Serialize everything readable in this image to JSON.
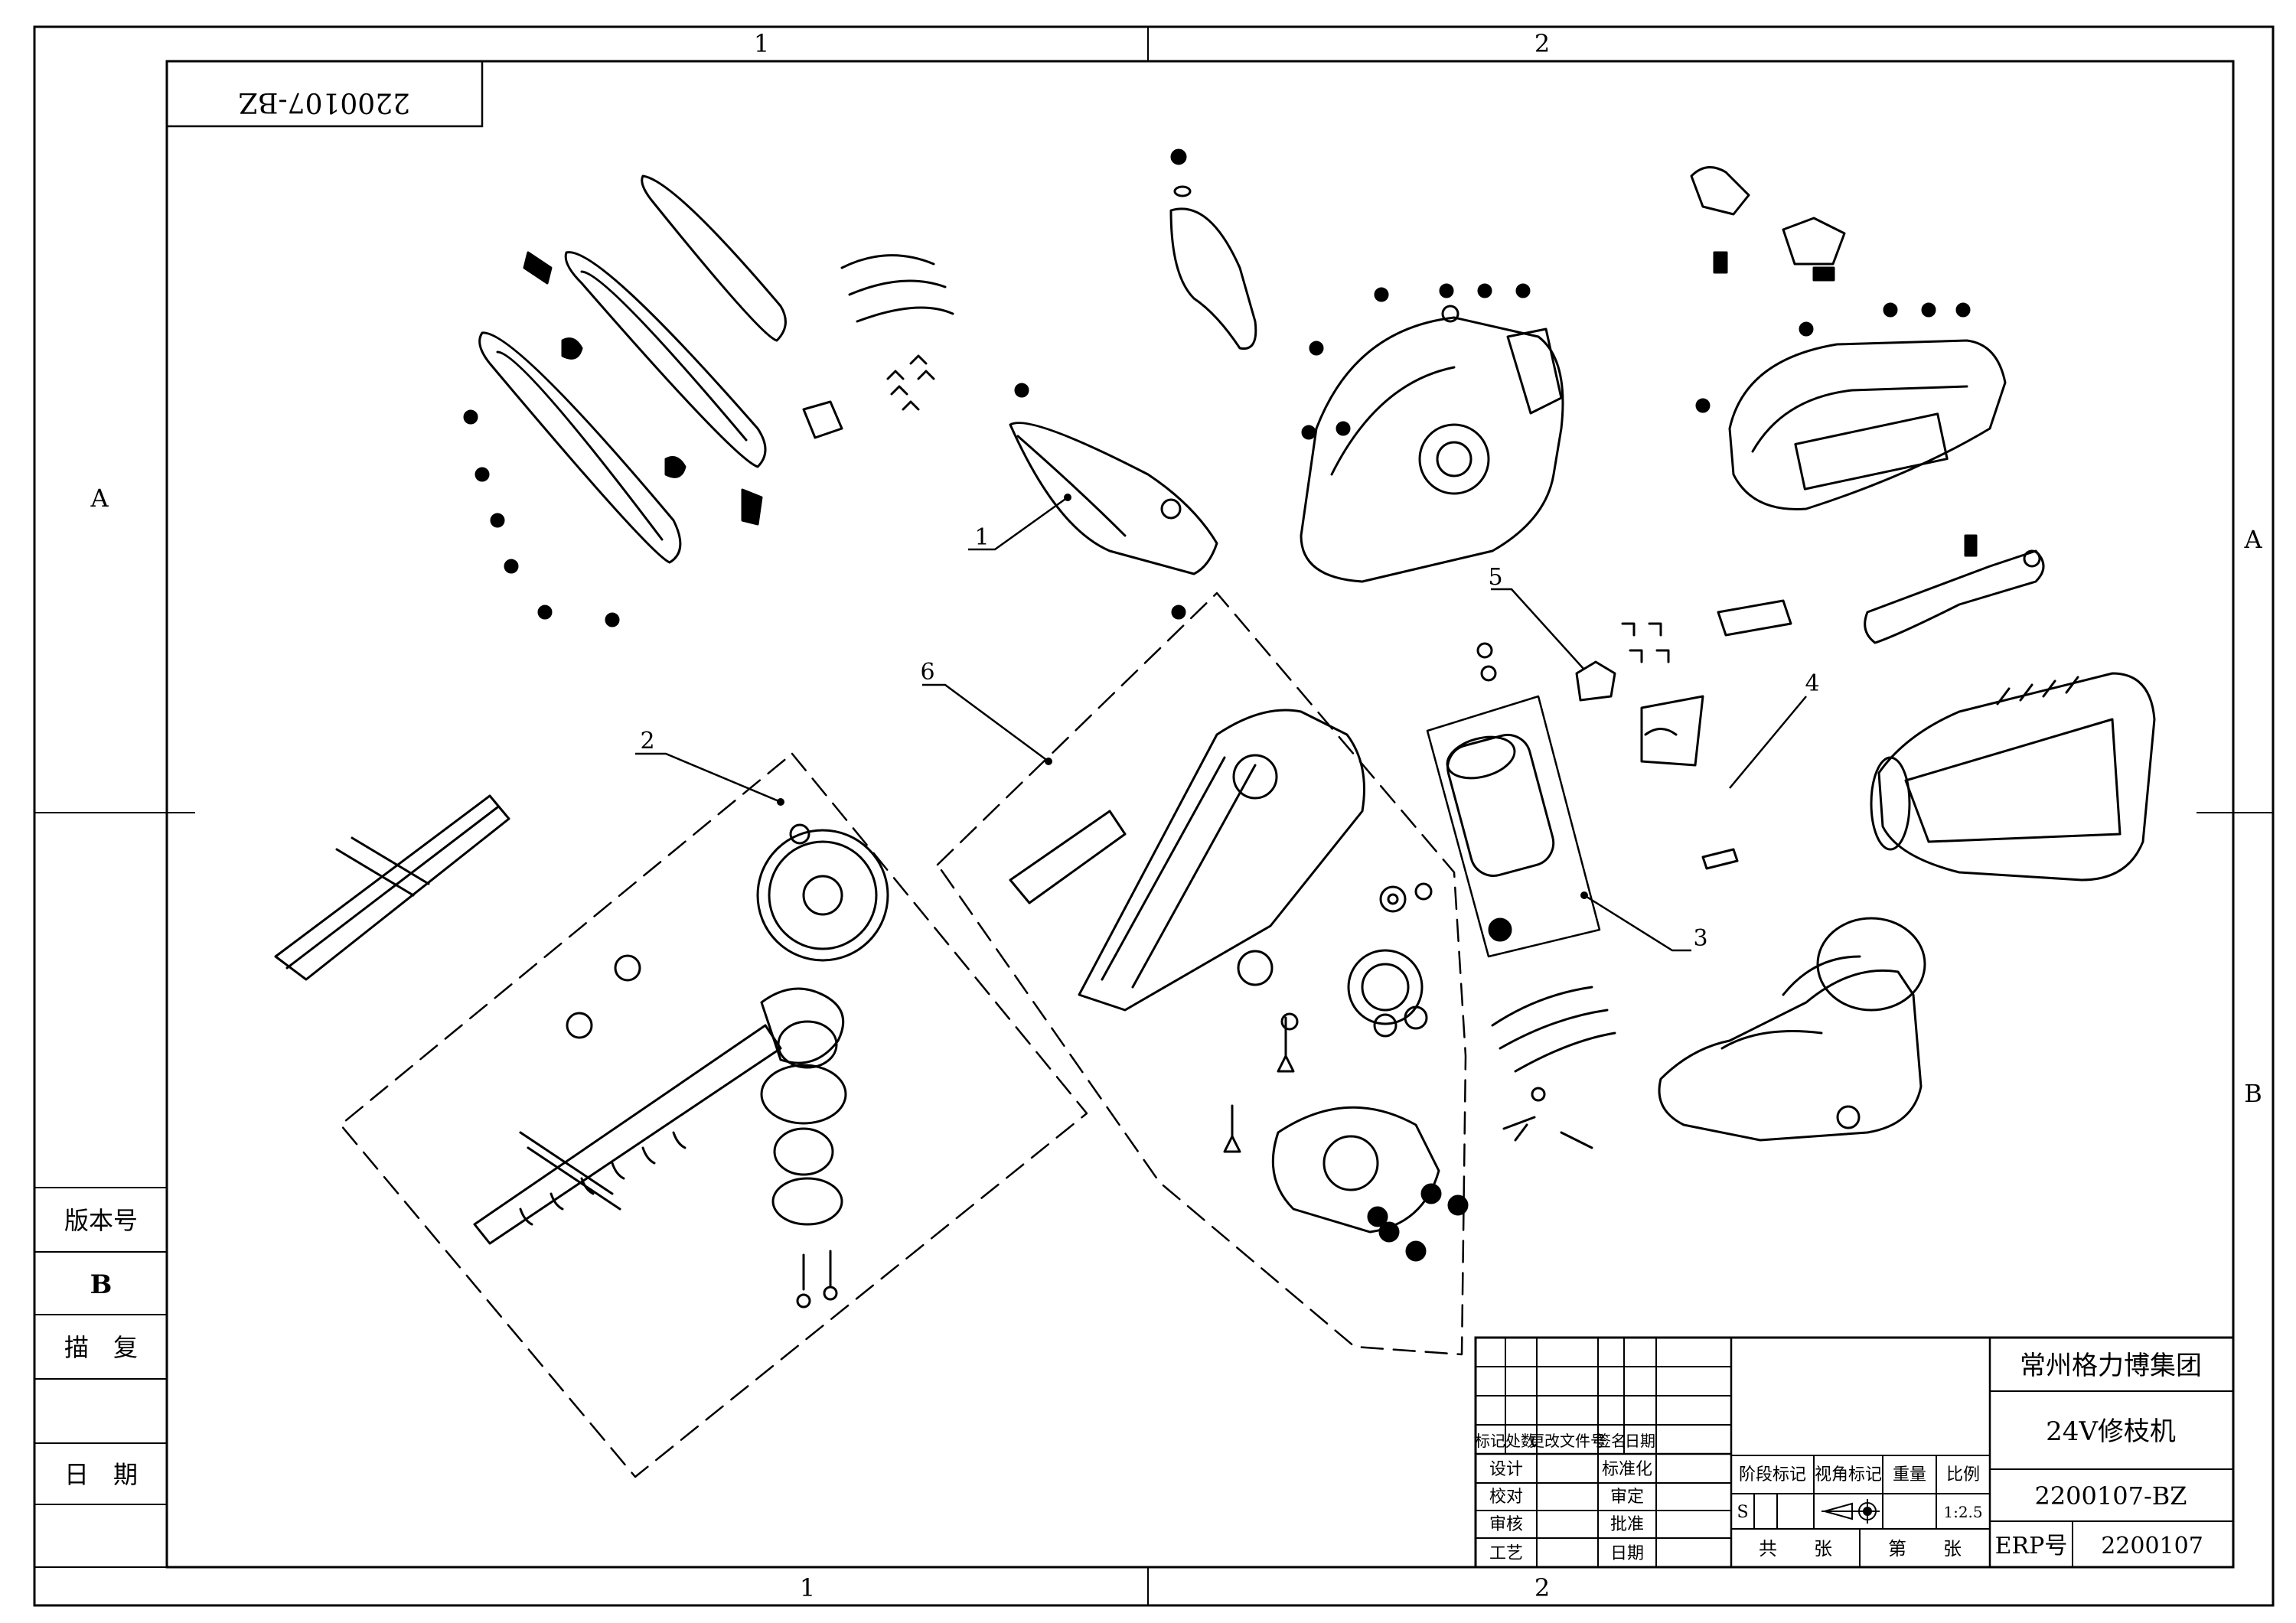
{
  "drawing_number_rotated": "2200107-BZ",
  "zone_columns": {
    "top": [
      "1",
      "2"
    ],
    "bottom": [
      "1",
      "2"
    ]
  },
  "zone_rows": {
    "left": [
      "A"
    ],
    "right": [
      "A",
      "B"
    ]
  },
  "left_strip": {
    "version_label": "版本号",
    "version_value": "B",
    "trace_label": "描　复",
    "date_label": "日　期"
  },
  "balloons": [
    "1",
    "2",
    "3",
    "4",
    "5",
    "6"
  ],
  "title_block": {
    "company": "常州格力博集团",
    "product_name": "24V修枝机",
    "drawing_number": "2200107-BZ",
    "erp_label": "ERP号",
    "erp_value": "2200107",
    "revision_headers": [
      "标记",
      "处数",
      "更改文件号",
      "签名",
      "日期"
    ],
    "sign_rows": [
      {
        "left": "设计",
        "right": "标准化"
      },
      {
        "left": "校对",
        "right": "审定"
      },
      {
        "left": "审核",
        "right": "批准"
      },
      {
        "left": "工艺",
        "right": "日期"
      }
    ],
    "stage_mark_label": "阶段标记",
    "view_mark_label": "视角标记",
    "weight_label": "重量",
    "scale_label": "比例",
    "stage_value": "S",
    "scale_value": "1:2.5",
    "total_sheets_label": "共　　张",
    "sheet_no_label": "第　　张"
  }
}
